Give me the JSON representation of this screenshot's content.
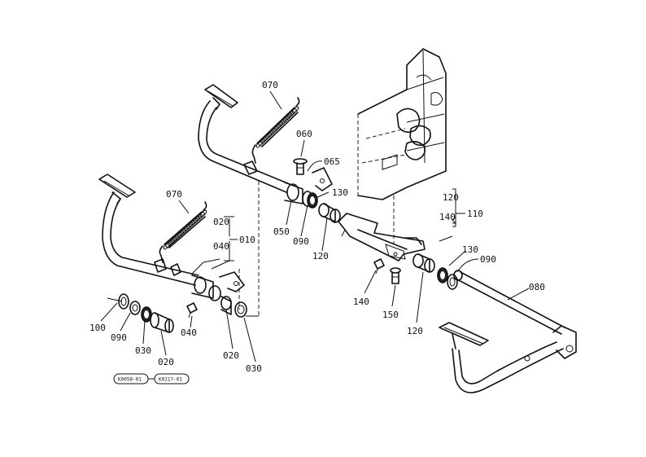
{
  "parts": {
    "p070a": "070",
    "p060": "060",
    "p065": "065",
    "p130a": "130",
    "p050": "050",
    "p090a": "090",
    "p120a": "120",
    "p070b": "070",
    "p020a": "020",
    "p040a": "040",
    "p010": "010",
    "p120b": "120",
    "p140a": "140",
    "p110": "110",
    "p130b": "130",
    "p090b": "090",
    "p080": "080",
    "p100": "100",
    "p090c": "090",
    "p030a": "030",
    "p020b": "020",
    "p040b": "040",
    "p020c": "020",
    "p030b": "030",
    "p140b": "140",
    "p150": "150",
    "p120c": "120"
  },
  "codes": {
    "left": "K0058-01",
    "right": "K0217-01"
  }
}
